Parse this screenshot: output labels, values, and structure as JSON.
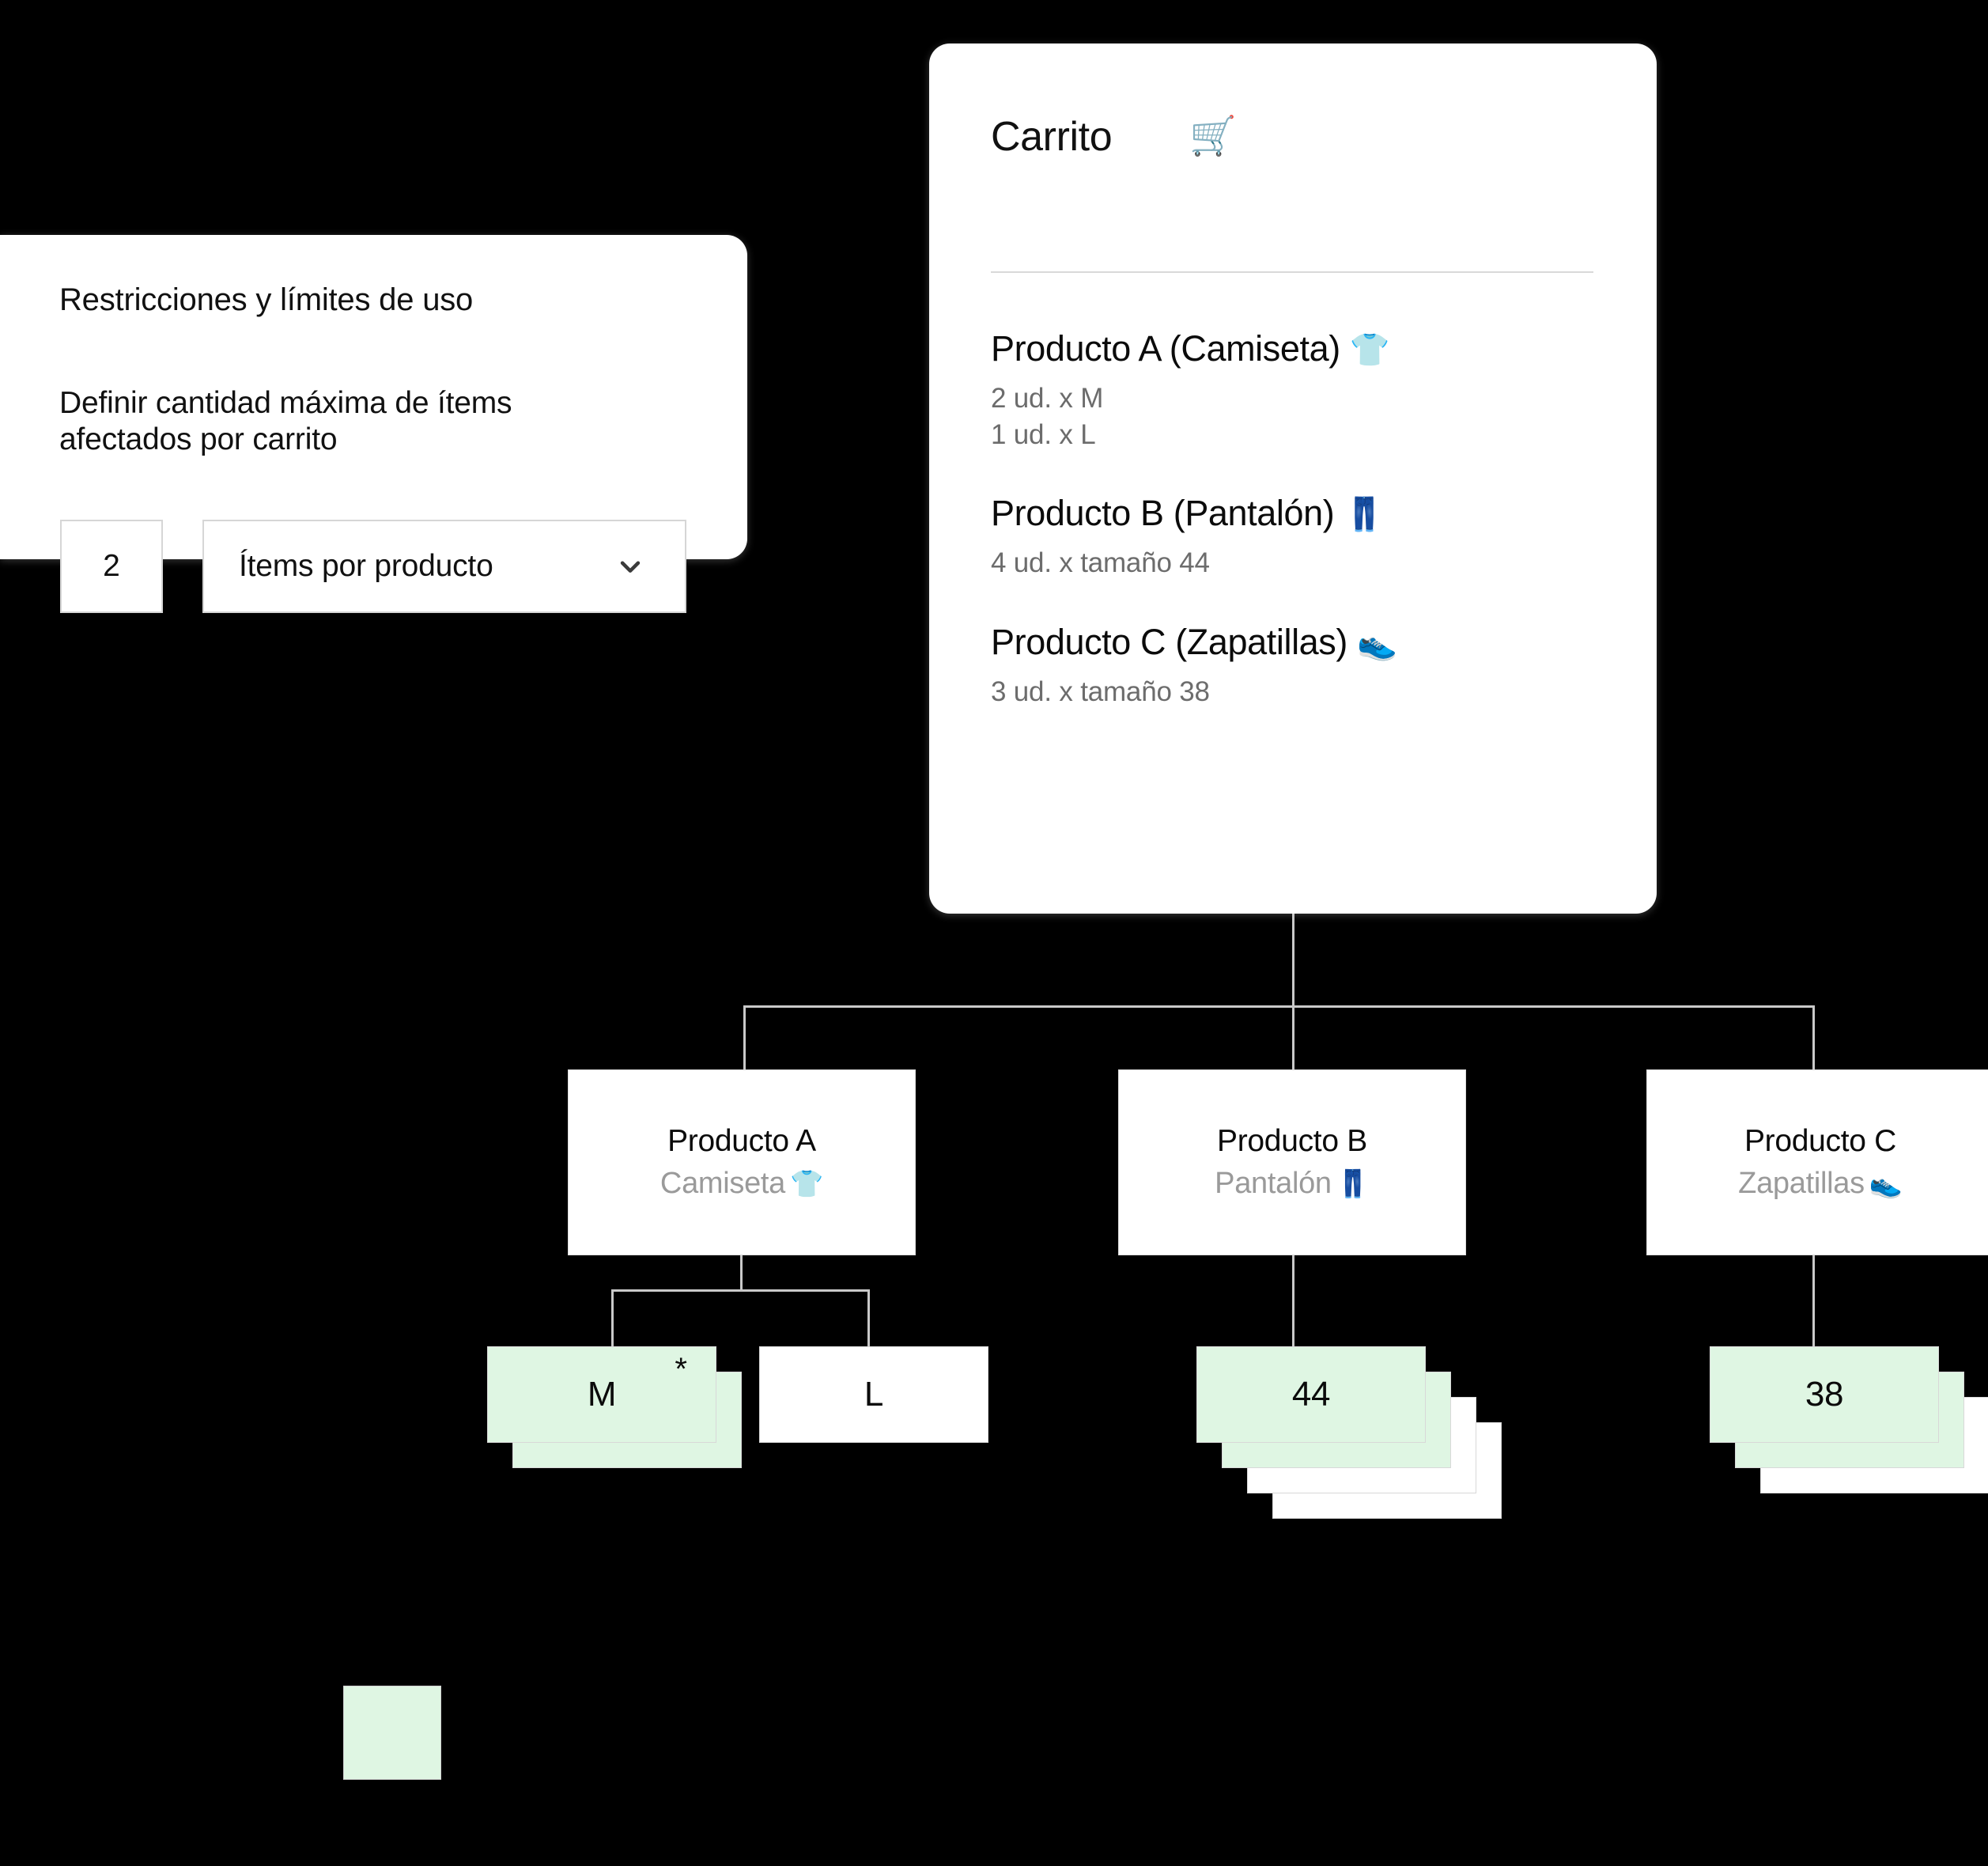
{
  "restrictions": {
    "title": "Restricciones y límites de uso",
    "description": "Definir cantidad máxima de ítems afectados por carrito",
    "quantity_value": "2",
    "scope_value": "Ítems por producto",
    "chevron_icon": "chevron-down-icon"
  },
  "cart": {
    "title": "Carrito",
    "icon": "🛒",
    "icon_name": "shopping-cart-icon",
    "items": [
      {
        "name": "Producto A (Camiseta)",
        "emoji": "👕",
        "emoji_name": "t-shirt-icon",
        "lines": [
          "2 ud. x M",
          "1 ud. x L"
        ]
      },
      {
        "name": "Producto B (Pantalón)",
        "emoji": "👖",
        "emoji_name": "jeans-icon",
        "lines": [
          "4 ud. x tamaño 44"
        ]
      },
      {
        "name": "Producto C (Zapatillas)",
        "emoji": "👟",
        "emoji_name": "sneaker-icon",
        "lines": [
          "3 ud. x  tamaño 38"
        ]
      }
    ]
  },
  "tree": {
    "products": [
      {
        "title": "Producto A",
        "subtitle": "Camiseta",
        "emoji": "👕"
      },
      {
        "title": "Producto B",
        "subtitle": "Pantalón",
        "emoji": "👖"
      },
      {
        "title": "Producto C",
        "subtitle": "Zapatillas",
        "emoji": "👟"
      }
    ],
    "leaves": [
      {
        "label": "M",
        "marker": "*",
        "green_count": 2,
        "white_count": 0
      },
      {
        "label": "L",
        "marker": "",
        "green_count": 0,
        "white_count": 1
      },
      {
        "label": "44",
        "marker": "",
        "green_count": 2,
        "white_count": 2
      },
      {
        "label": "38",
        "marker": "",
        "green_count": 2,
        "white_count": 1
      }
    ]
  },
  "legend": {
    "swatch_color": "#dff6e3",
    "name": "affected-items-swatch"
  },
  "colors": {
    "background": "#000000",
    "card": "#ffffff",
    "highlight_green": "#dff6e3",
    "edge_gray": "#c9c9c9",
    "muted_text": "#9a9a9a"
  }
}
